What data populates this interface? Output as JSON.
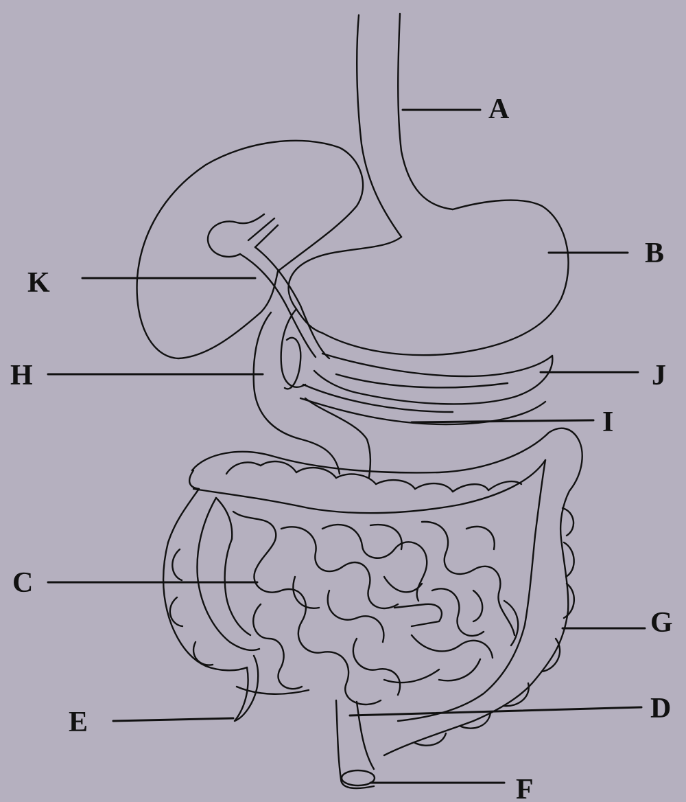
{
  "labels": {
    "A": "A",
    "B": "B",
    "C": "C",
    "D": "D",
    "E": "E",
    "F": "F",
    "G": "G",
    "H": "H",
    "I": "I",
    "J": "J",
    "K": "K"
  }
}
